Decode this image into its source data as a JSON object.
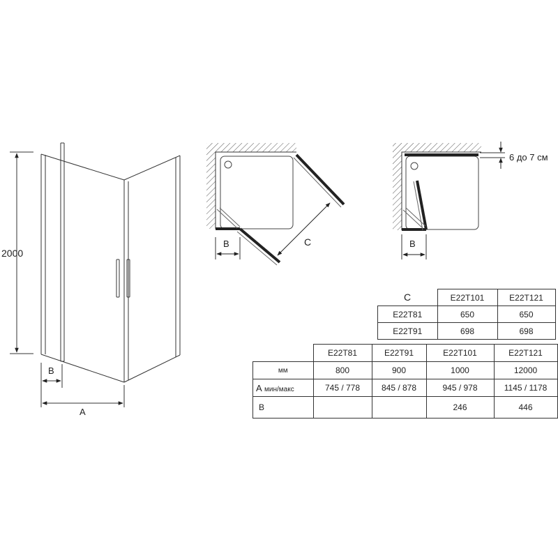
{
  "front_view": {
    "height_label": "2000",
    "b_label": "B",
    "a_label": "A"
  },
  "plan_view_1": {
    "b_label": "B",
    "c_label": "C"
  },
  "plan_view_2": {
    "b_label": "B",
    "gap_label": "6 до 7 см"
  },
  "table_c": {
    "corner_label": "C",
    "columns": [
      "E22T101",
      "E22T121"
    ],
    "rows": [
      {
        "name": "E22T81",
        "values": [
          "650",
          "650"
        ]
      },
      {
        "name": "E22T91",
        "values": [
          "698",
          "698"
        ]
      }
    ]
  },
  "table_main": {
    "columns": [
      "E22T81",
      "E22T91",
      "E22T101",
      "E22T121"
    ],
    "row_mm": {
      "label": "мм",
      "values": [
        "800",
        "900",
        "1000",
        "12000"
      ]
    },
    "row_a": {
      "label_main": "A",
      "label_sub": "мин/макс",
      "values": [
        "745 / 778",
        "845 / 878",
        "945 / 978",
        "1145 / 1178"
      ]
    },
    "row_b": {
      "label": "B",
      "values": [
        "",
        "",
        "246",
        "446"
      ]
    }
  }
}
